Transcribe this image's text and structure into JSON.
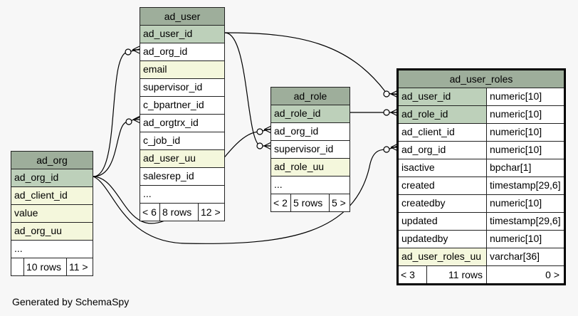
{
  "footer": "Generated by SchemaSpy",
  "tables": {
    "ad_user": {
      "name": "ad_user",
      "columns": [
        "ad_user_id",
        "ad_org_id",
        "email",
        "supervisor_id",
        "c_bpartner_id",
        "ad_orgtrx_id",
        "c_job_id",
        "ad_user_uu",
        "salesrep_id",
        "..."
      ],
      "footer": [
        "< 6",
        "8 rows",
        "12 >"
      ]
    },
    "ad_org": {
      "name": "ad_org",
      "columns": [
        "ad_org_id",
        "ad_client_id",
        "value",
        "ad_org_uu",
        "..."
      ],
      "footer": [
        "",
        "10 rows",
        "11 >"
      ]
    },
    "ad_role": {
      "name": "ad_role",
      "columns": [
        "ad_role_id",
        "ad_org_id",
        "supervisor_id",
        "ad_role_uu",
        "..."
      ],
      "footer": [
        "< 2",
        "5 rows",
        "5 >"
      ]
    },
    "ad_user_roles": {
      "name": "ad_user_roles",
      "columns": [
        {
          "name": "ad_user_id",
          "type": "numeric[10]"
        },
        {
          "name": "ad_role_id",
          "type": "numeric[10]"
        },
        {
          "name": "ad_client_id",
          "type": "numeric[10]"
        },
        {
          "name": "ad_org_id",
          "type": "numeric[10]"
        },
        {
          "name": "isactive",
          "type": "bpchar[1]"
        },
        {
          "name": "created",
          "type": "timestamp[29,6]"
        },
        {
          "name": "createdby",
          "type": "numeric[10]"
        },
        {
          "name": "updated",
          "type": "timestamp[29,6]"
        },
        {
          "name": "updatedby",
          "type": "numeric[10]"
        },
        {
          "name": "ad_user_roles_uu",
          "type": "varchar[36]"
        }
      ],
      "footer": [
        "< 3",
        "11 rows",
        "0 >"
      ]
    }
  }
}
